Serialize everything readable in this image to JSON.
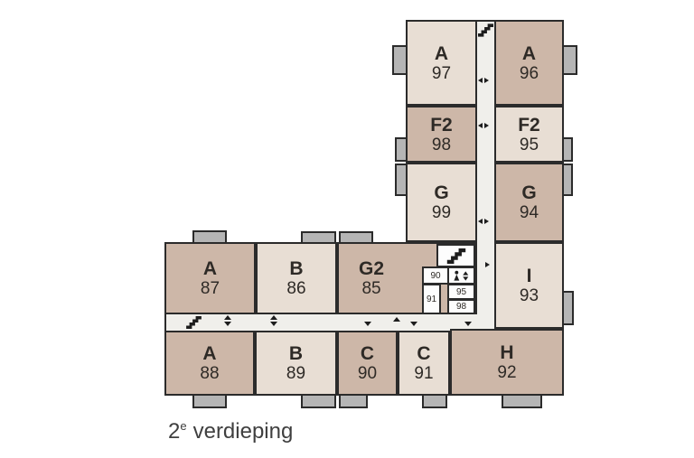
{
  "palette": {
    "light_unit": "#e8ded4",
    "dark_unit": "#cdb7a8",
    "corridor": "#f0efeb",
    "wall": "#2b2b2b",
    "balcony": "#b5b5b5",
    "box": "#fdfdfd",
    "text": "#2e2a26"
  },
  "caption": {
    "prefix": "2",
    "sup": "e",
    "word": "verdieping"
  },
  "units": [
    {
      "letter": "A",
      "number": "97",
      "shade": "light"
    },
    {
      "letter": "A",
      "number": "96",
      "shade": "dark"
    },
    {
      "letter": "F2",
      "number": "98",
      "shade": "dark"
    },
    {
      "letter": "F2",
      "number": "95",
      "shade": "light"
    },
    {
      "letter": "G",
      "number": "99",
      "shade": "light"
    },
    {
      "letter": "G",
      "number": "94",
      "shade": "dark"
    },
    {
      "letter": "I",
      "number": "93",
      "shade": "light"
    },
    {
      "letter": "A",
      "number": "87",
      "shade": "dark"
    },
    {
      "letter": "B",
      "number": "86",
      "shade": "light"
    },
    {
      "letter": "G2",
      "number": "85",
      "shade": "dark"
    },
    {
      "letter": "A",
      "number": "88",
      "shade": "dark"
    },
    {
      "letter": "B",
      "number": "89",
      "shade": "light"
    },
    {
      "letter": "C",
      "number": "90",
      "shade": "dark"
    },
    {
      "letter": "C",
      "number": "91",
      "shade": "light"
    },
    {
      "letter": "H",
      "number": "92",
      "shade": "dark"
    }
  ],
  "storage": {
    "items": [
      "90",
      "91",
      "95",
      "98"
    ]
  },
  "icons": {
    "stairs": "staircase-icon",
    "elevator": "elevator-person-icon",
    "door_arrows": "direction-triangle-icons"
  }
}
